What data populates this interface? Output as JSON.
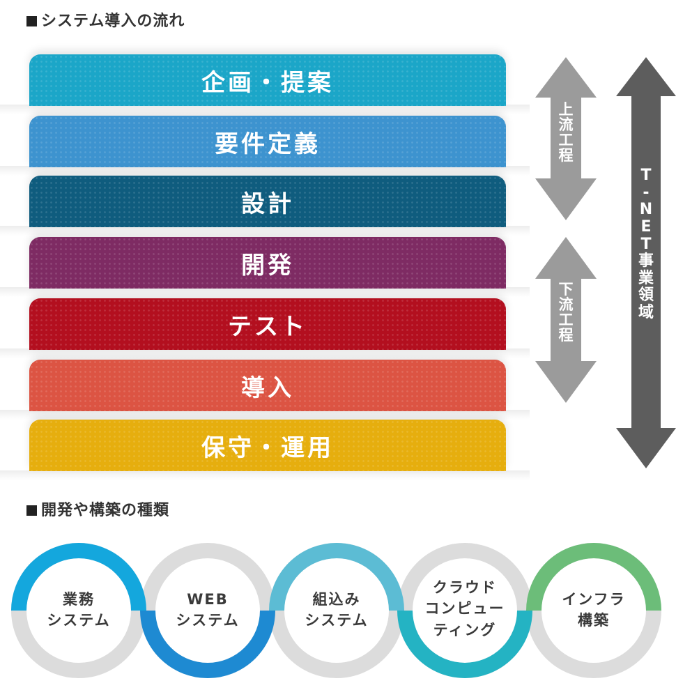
{
  "flow_section": {
    "title": "システム導入の流れ",
    "stages": [
      {
        "label": "企画・提案",
        "color": "#1ba6c8"
      },
      {
        "label": "要件定義",
        "color": "#3d93cf"
      },
      {
        "label": "設計",
        "color": "#0f5c7e"
      },
      {
        "label": "開発",
        "color": "#7e2b63"
      },
      {
        "label": "テスト",
        "color": "#b30f1f"
      },
      {
        "label": "導入",
        "color": "#dc5443"
      },
      {
        "label": "保守・運用",
        "color": "#e6ae0e"
      }
    ],
    "upstream_label": [
      "上",
      "流",
      "工",
      "程"
    ],
    "downstream_label": [
      "下",
      "流",
      "工",
      "程"
    ],
    "domain_label": [
      "T",
      "-",
      "N",
      "E",
      "T",
      "事",
      "業",
      "領",
      "域"
    ],
    "colors": {
      "light_arrow": "#9b9b9b",
      "dark_arrow": "#5d5d5d"
    }
  },
  "types_section": {
    "title": "開発や構築の種類",
    "items": [
      {
        "lines": [
          "業務",
          "システム"
        ],
        "accent": "#14a7dd"
      },
      {
        "lines": [
          "WEB",
          "システム"
        ],
        "accent": "#1e8ad2"
      },
      {
        "lines": [
          "組込み",
          "システム"
        ],
        "accent": "#5cbcd4"
      },
      {
        "lines": [
          "クラウド",
          "コンピュー",
          "ティング"
        ],
        "accent": "#24b3c3"
      },
      {
        "lines": [
          "インフラ",
          "構築"
        ],
        "accent": "#6cbd79"
      }
    ],
    "ring_base_color": "#dcdcdc"
  }
}
